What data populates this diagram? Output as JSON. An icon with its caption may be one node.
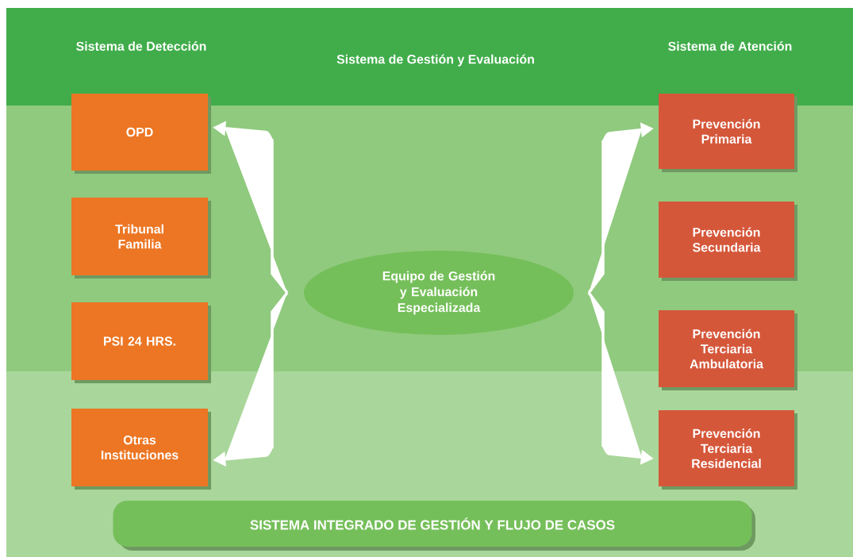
{
  "diagram": {
    "nodes": [
      {
        "text": [
          "OPD"
        ]
      },
      {
        "text": [
          "Tribunal Familia"
        ]
      },
      {
        "text": [
          "PSI 24 HRS."
        ]
      },
      {
        "text": [
          "Otras Instituciones"
        ]
      },
      {
        "text": [
          "Prevención Primaria"
        ]
      },
      {
        "text": [
          "Prevención Secundaria"
        ]
      },
      {
        "text": [
          "Prevención Terciaria Ambulatoria"
        ]
      },
      {
        "text": [
          "Prevención Terciaria Residencial"
        ]
      },
      {
        "text": [
          "Equipo de Gestión y Evaluación Especializada"
        ]
      },
      {
        "text": [
          "SISTEMA INTEGRADO DE GESTIÓN Y FLUJO DE CASOS"
        ]
      }
    ],
    "edges": [
      {
        "from": null,
        "to": 0,
        "arrow": "to"
      },
      {
        "from": null,
        "to": 3,
        "arrow": "to"
      },
      {
        "from": null,
        "to": 4,
        "arrow": "to"
      },
      {
        "from": null,
        "to": 7,
        "arrow": "to"
      }
    ],
    "labels": [
      "Sistema de Detección",
      "Sistema de Gestión y Evaluación",
      "Sistema de Atención"
    ]
  }
}
